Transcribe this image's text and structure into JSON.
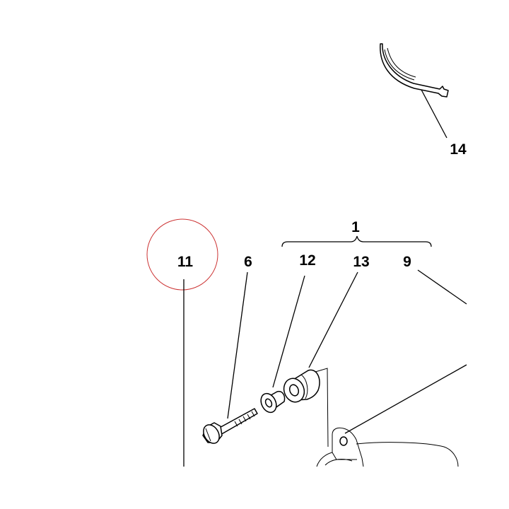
{
  "callouts": {
    "c14": "14",
    "c1": "1",
    "c11": "11",
    "c6": "6",
    "c12": "12",
    "c13": "13",
    "c9": "9"
  },
  "colors": {
    "ink": "#000000",
    "highlight_circle": "#cc3333",
    "background": "#ffffff"
  }
}
